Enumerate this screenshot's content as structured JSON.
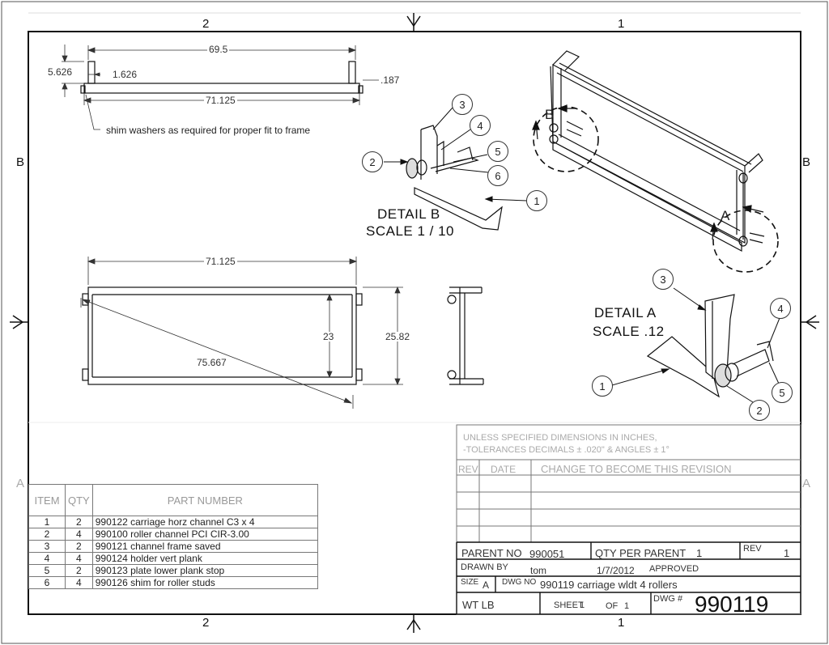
{
  "zones": {
    "top_left": "2",
    "top_right": "1",
    "bottom_left": "2",
    "bottom_right": "1",
    "left_b": "B",
    "right_b": "B",
    "left_a": "A",
    "right_a": "A"
  },
  "dimensions": {
    "top_width": "69.5",
    "height": "5.626",
    "offset": "1.626",
    "thickness": ".187",
    "overall_top": "71.125",
    "front_width": "71.125",
    "inner_height": "23",
    "outer_height": "25.82",
    "diagonal": "75.667"
  },
  "notes": {
    "shim": "shim washers as required for proper fit to frame"
  },
  "views": {
    "label_b": "B",
    "label_a": "A"
  },
  "detail_b": {
    "title": "DETAIL  B",
    "scale": "SCALE 1 / 10",
    "balloons": [
      "3",
      "4",
      "2",
      "5",
      "6",
      "1"
    ]
  },
  "detail_a": {
    "title": "DETAIL  A",
    "scale": "SCALE .12",
    "balloons": [
      "3",
      "4",
      "1",
      "2",
      "5"
    ]
  },
  "parts_list": {
    "headers": [
      "ITEM",
      "QTY",
      "PART NUMBER"
    ],
    "rows": [
      {
        "item": "1",
        "qty": "2",
        "part": "990122 carriage horz channel C3 x 4"
      },
      {
        "item": "2",
        "qty": "4",
        "part": "990100 roller channel PCI CIR-3.00"
      },
      {
        "item": "3",
        "qty": "2",
        "part": "990121 channel frame saved"
      },
      {
        "item": "4",
        "qty": "4",
        "part": "990124 holder vert plank"
      },
      {
        "item": "5",
        "qty": "2",
        "part": "990123 plate lower plank stop"
      },
      {
        "item": "6",
        "qty": "4",
        "part": "990126 shim for roller studs"
      }
    ]
  },
  "title_block": {
    "tolerance_1": "UNLESS SPECIFIED DIMENSIONS IN INCHES,",
    "tolerance_2": "-TOLERANCES  DECIMALS ± .020\" & ANGLES ± 1°",
    "rev_header": "REV",
    "date_header": "DATE",
    "change_header": "CHANGE TO BECOME THIS REVISION",
    "parent_no_label": "PARENT NO",
    "parent_no": "990051",
    "qty_per_parent_label": "QTY PER PARENT",
    "qty_per_parent": "1",
    "rev_label": "REV",
    "rev": "1",
    "drawn_by_label": "DRAWN BY",
    "drawn_by": "tom",
    "date": "1/7/2012",
    "approved_label": "APPROVED",
    "size_label": "SIZE",
    "size": "A",
    "dwg_no_label": "DWG NO",
    "dwg_desc": "990119 carriage wldt 4 rollers",
    "wt_label": "WT LB",
    "sheet_label": "SHEET",
    "sheet": "1",
    "of_label": "OF",
    "of": "1",
    "dwg_hash_label": "DWG #",
    "dwg_number": "990119"
  }
}
